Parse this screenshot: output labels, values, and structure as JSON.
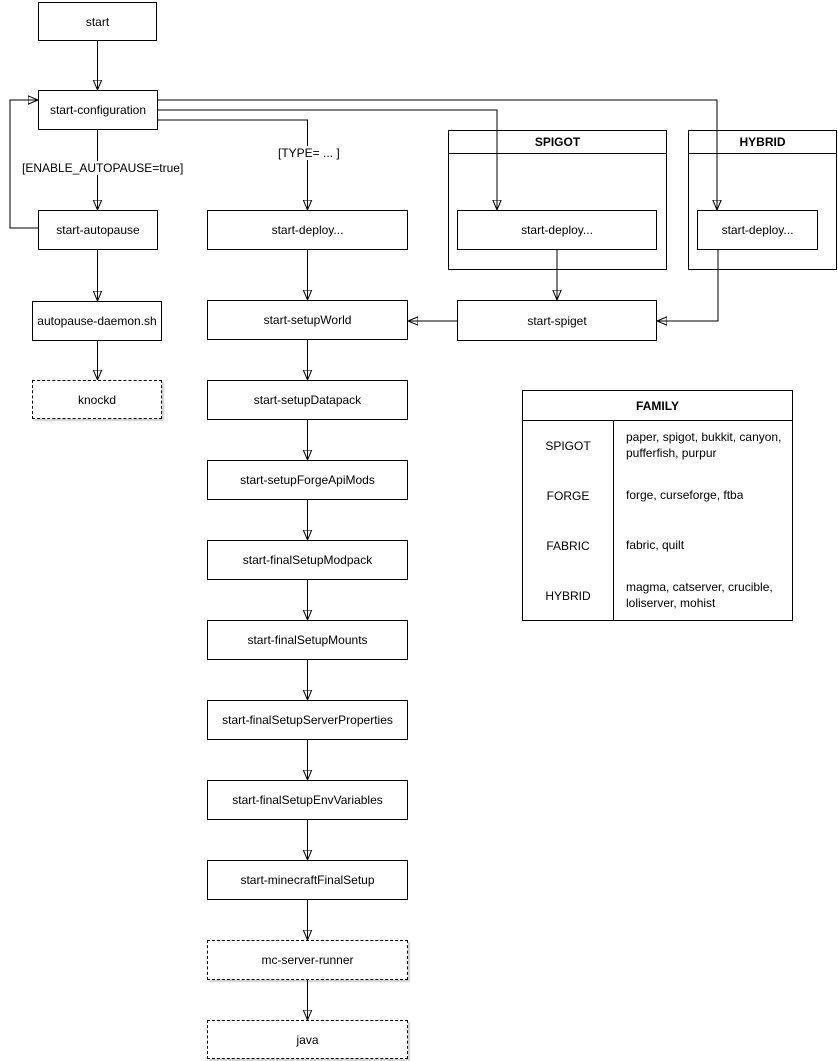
{
  "nodes": {
    "start": "start",
    "start_configuration": "start-configuration",
    "start_autopause": "start-autopause",
    "autopause_daemon": "autopause-daemon.sh",
    "knockd": "knockd",
    "start_deploy": "start-deploy...",
    "start_setup_world": "start-setupWorld",
    "start_setup_datapack": "start-setupDatapack",
    "start_setup_forge_api_mods": "start-setupForgeApiMods",
    "start_final_setup_modpack": "start-finalSetupModpack",
    "start_final_setup_mounts": "start-finalSetupMounts",
    "start_final_setup_server_properties": "start-finalSetupServerProperties",
    "start_final_setup_env_variables": "start-finalSetupEnvVariables",
    "start_minecraft_final_setup": "start-minecraftFinalSetup",
    "mc_server_runner": "mc-server-runner",
    "java": "java",
    "start_spiget": "start-spiget"
  },
  "containers": {
    "spigot": {
      "title": "SPIGOT",
      "deploy_label": "start-deploy..."
    },
    "hybrid": {
      "title": "HYBRID",
      "deploy_label": "start-deploy..."
    }
  },
  "edge_labels": {
    "enable_autopause": "[ENABLE_AUTOPAUSE=true]",
    "type_condition": "[TYPE= ... ]"
  },
  "family_table": {
    "title": "FAMILY",
    "rows": [
      {
        "family": "SPIGOT",
        "servers": "paper, spigot, bukkit, canyon, pufferfish, purpur"
      },
      {
        "family": "FORGE",
        "servers": "forge, curseforge, ftba"
      },
      {
        "family": "FABRIC",
        "servers": "fabric, quilt"
      },
      {
        "family": "HYBRID",
        "servers": "magma, catserver, crucible, loliserver, mohist"
      }
    ]
  },
  "colors": {
    "stroke": "#000000",
    "background": "#ffffff",
    "text": "#000000"
  }
}
